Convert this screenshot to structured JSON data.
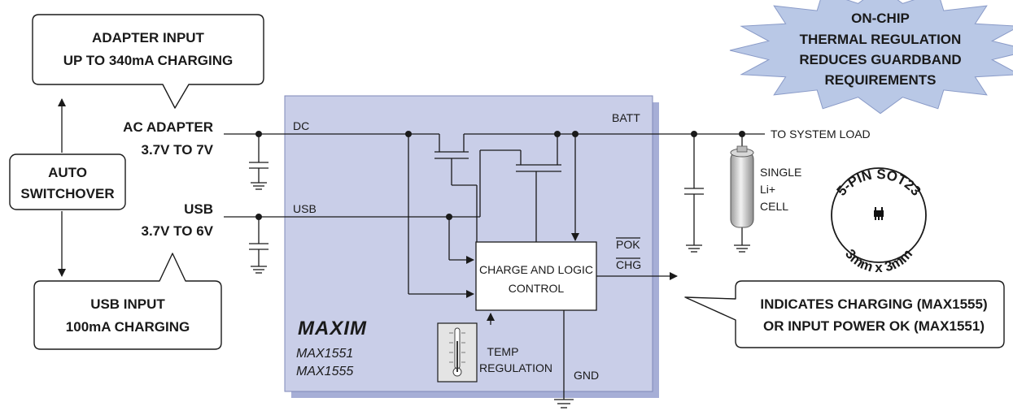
{
  "callouts": {
    "adapter_input": [
      "ADAPTER INPUT",
      "UP TO  340mA CHARGING"
    ],
    "auto_switchover": [
      "AUTO",
      "SWITCHOVER"
    ],
    "usb_input": [
      "USB INPUT",
      "100mA CHARGING"
    ],
    "indicates": [
      "INDICATES CHARGING (MAX1555)",
      "OR INPUT POWER OK (MAX1551)"
    ],
    "starburst": [
      "ON-CHIP",
      "THERMAL REGULATION",
      "REDUCES GUARDBAND",
      "REQUIREMENTS"
    ]
  },
  "inputs": {
    "ac_adapter": [
      "AC ADAPTER",
      "3.7V TO 7V"
    ],
    "usb": [
      "USB",
      "3.7V TO 6V"
    ]
  },
  "chip": {
    "dc": "DC",
    "usb": "USB",
    "batt": "BATT",
    "gnd": "GND",
    "pok": "POK",
    "chg": "CHG",
    "control": [
      "CHARGE AND LOGIC",
      "CONTROL"
    ],
    "temp": [
      "TEMP",
      "REGULATION"
    ],
    "logo": "MAXIM",
    "parts": [
      "MAX1551",
      "MAX1555"
    ]
  },
  "load": {
    "system_load": "TO SYSTEM LOAD",
    "cell": [
      "SINGLE",
      "Li+",
      "CELL"
    ]
  },
  "package": {
    "name": "5-PIN SOT23",
    "size": "3mm x 3mm"
  },
  "colors": {
    "chip_fill": "#c9cee8",
    "chip_shadow": "#a6aed6",
    "starburst_fill": "#b9c8e6",
    "battery": "#bdbdbd"
  }
}
